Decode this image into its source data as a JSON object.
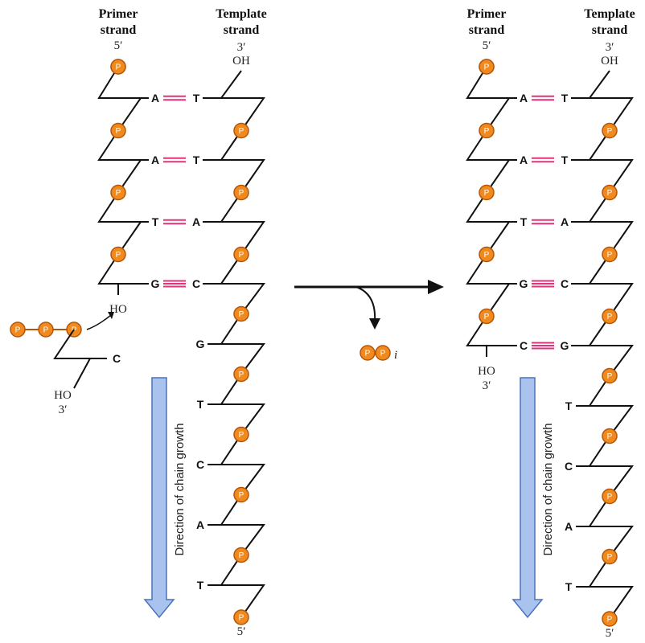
{
  "labels": {
    "primer_strand_line1": "Primer",
    "primer_strand_line2": "strand",
    "template_strand_line1": "Template",
    "template_strand_line2": "strand",
    "five_prime": "5′",
    "three_prime": "3′",
    "oh": "OH",
    "ho": "HO",
    "phosphate": "P",
    "pyrophosphate_sub": "i",
    "direction": "Direction of chain growth"
  },
  "colors": {
    "phosphate_fill": "#f08a1e",
    "phosphate_stroke": "#b4560a",
    "h_bond": "#e2337a",
    "growth_arrow_fill": "#a9c3ee",
    "growth_arrow_stroke": "#4a72b8"
  },
  "before": {
    "pairs": [
      {
        "primer": "A",
        "template": "T",
        "bonds": 2
      },
      {
        "primer": "A",
        "template": "T",
        "bonds": 2
      },
      {
        "primer": "T",
        "template": "A",
        "bonds": 2
      },
      {
        "primer": "G",
        "template": "C",
        "bonds": 3
      }
    ],
    "incoming_nucleotide": "C",
    "unpaired_template": [
      "G",
      "T",
      "C",
      "A",
      "T"
    ]
  },
  "after": {
    "pairs": [
      {
        "primer": "A",
        "template": "T",
        "bonds": 2
      },
      {
        "primer": "A",
        "template": "T",
        "bonds": 2
      },
      {
        "primer": "T",
        "template": "A",
        "bonds": 2
      },
      {
        "primer": "G",
        "template": "C",
        "bonds": 3
      },
      {
        "primer": "C",
        "template": "G",
        "bonds": 3
      }
    ],
    "unpaired_template": [
      "T",
      "C",
      "A",
      "T"
    ]
  }
}
